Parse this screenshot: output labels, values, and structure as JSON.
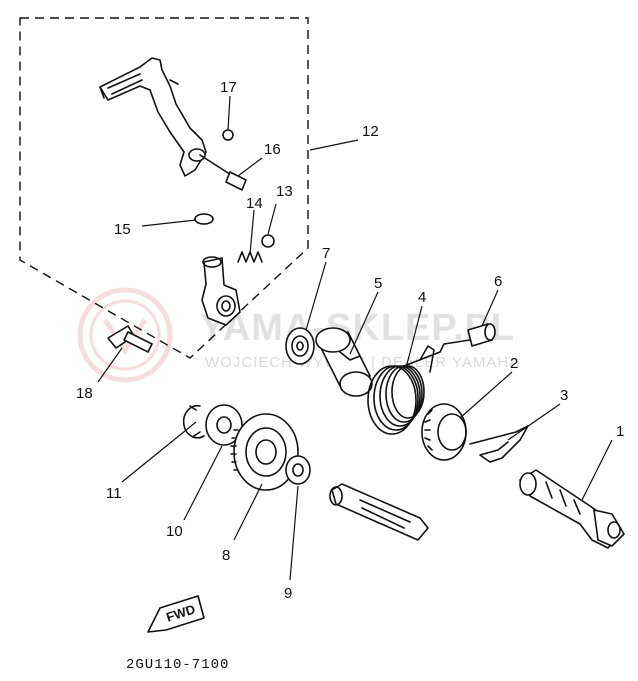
{
  "diagram": {
    "callouts": {
      "c1": "1",
      "c2": "2",
      "c3": "3",
      "c4": "4",
      "c5": "5",
      "c6": "6",
      "c7": "7",
      "c8": "8",
      "c9": "9",
      "c10": "10",
      "c11": "11",
      "c12": "12",
      "c13": "13",
      "c14": "14",
      "c15": "15",
      "c16": "16",
      "c17": "17",
      "c18": "18"
    },
    "fwd_label": "FWD",
    "diagram_code": "2GU110-7100"
  },
  "watermark": {
    "brand": "YAMA-SKLEP.PL",
    "subtitle": "WOJCIECH WYWISZ | DEALER YAMAHA"
  }
}
